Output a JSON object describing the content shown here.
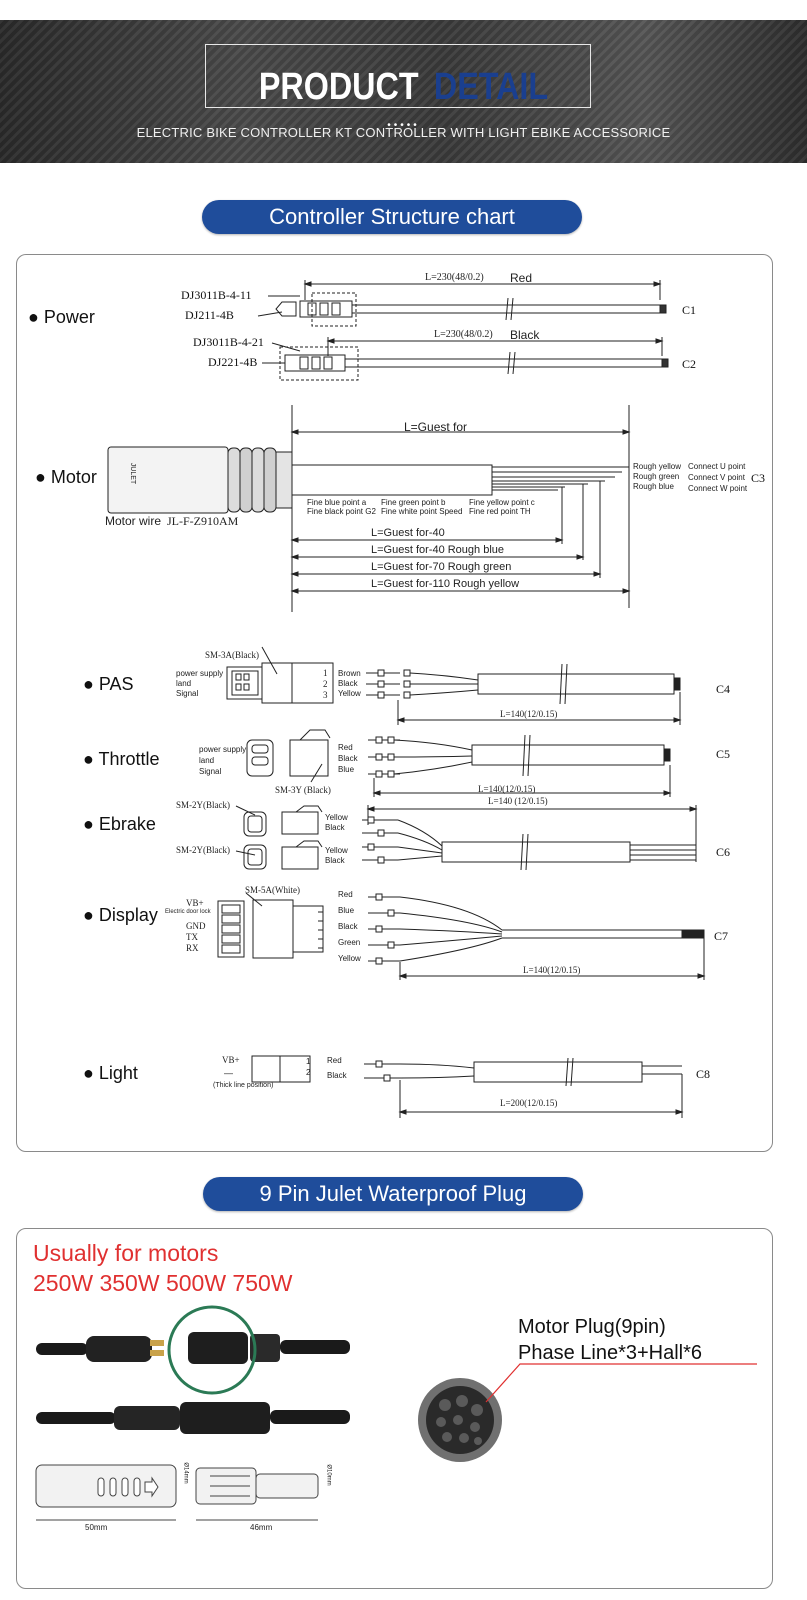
{
  "banner": {
    "title_white": "PRODUCT",
    "title_blue": "DETAIL",
    "dots": "•••••",
    "subtitle": "ELECTRIC BIKE CONTROLLER  KT CONTROLLER WITH LIGHT EBIKE ACCESSORICE"
  },
  "section1": {
    "title": "Controller  Structure chart"
  },
  "power": {
    "label": "● Power",
    "c1_conn_a": "DJ3011B-4-11",
    "c1_conn_b": "DJ211-4B",
    "c1_length": "L=230(48/0.2)",
    "c1_color": "Red",
    "c1_id": "C1",
    "c2_conn_a": "DJ3011B-4-21",
    "c2_conn_b": "DJ221-4B",
    "c2_length": "L=230(48/0.2)",
    "c2_color": "Black",
    "c2_id": "C2"
  },
  "motor": {
    "label": "● Motor",
    "wire_label": "Motor wire",
    "wire_model": "JL-F-Z910AM",
    "plug_mark": "JULET",
    "length_total": "L=Guest for",
    "fine_blue": "Fine blue point a",
    "fine_black": "Fine black point G2",
    "fine_green": "Fine green point b",
    "fine_white": "Fine white point Speed",
    "fine_yellow": "Fine yellow point c",
    "fine_red": "Fine red point TH",
    "rough_yellow": "Rough yellow",
    "rough_green": "Rough green",
    "rough_blue": "Rough blue",
    "connect_u": "Connect U point",
    "connect_v": "Connect V point",
    "connect_w": "Connect W point",
    "id": "C3",
    "dim1": "L=Guest for-40",
    "dim2": "L=Guest for-40 Rough blue",
    "dim3": "L=Guest for-70 Rough green",
    "dim4": "L=Guest for-110 Rough yellow"
  },
  "pas": {
    "label": "● PAS",
    "connector": "SM-3A(Black)",
    "pins": [
      "power supply",
      "land",
      "Signal"
    ],
    "pin_nums": [
      "1",
      "2",
      "3"
    ],
    "wires": [
      "Brown",
      "Black",
      "Yellow"
    ],
    "length": "L=140(12/0.15)",
    "id": "C4"
  },
  "throttle": {
    "label": "● Throttle",
    "connector": "SM-3Y (Black)",
    "pins": [
      "power supply",
      "land",
      "Signal"
    ],
    "wires": [
      "Red",
      "Black",
      "Blue"
    ],
    "length": "L=140(12/0.15)",
    "id": "C5"
  },
  "ebrake": {
    "label": "● Ebrake",
    "connector_a": "SM-2Y(Black)",
    "connector_b": "SM-2Y(Black)",
    "wires_a": [
      "Yellow",
      "Black"
    ],
    "wires_b": [
      "Yellow",
      "Black"
    ],
    "length": "L=140 (12/0.15)",
    "id": "C6"
  },
  "display": {
    "label": "● Display",
    "connector": "SM-5A(White)",
    "pins": [
      "VB+",
      "Electric door lock",
      "GND",
      "TX",
      "RX"
    ],
    "wires": [
      "Red",
      "Blue",
      "Black",
      "Green",
      "Yellow"
    ],
    "length": "L=140(12/0.15)",
    "id": "C7"
  },
  "light": {
    "label": "● Light",
    "pins": [
      "VB+",
      "—"
    ],
    "pin_nums": [
      "1",
      "2"
    ],
    "note": "(Thick line position)",
    "wires": [
      "Red",
      "Black"
    ],
    "length": "L=200(12/0.15)",
    "id": "C8"
  },
  "section2": {
    "title": "9 Pin  Julet  Waterproof Plug"
  },
  "plug": {
    "usage_line1": "Usually for motors",
    "usage_line2": "250W 350W 500W 750W",
    "plug_name": "Motor Plug(9pin)",
    "plug_desc": "Phase Line*3+Hall*6",
    "dim_a": "50mm",
    "dim_b": "46mm",
    "dim_c": "Ø14mm",
    "dim_d": "Ø10mm"
  },
  "colors": {
    "pill_blue": "#1f4d9b",
    "accent_red": "#e03030",
    "highlight_green": "#2b7a55"
  }
}
